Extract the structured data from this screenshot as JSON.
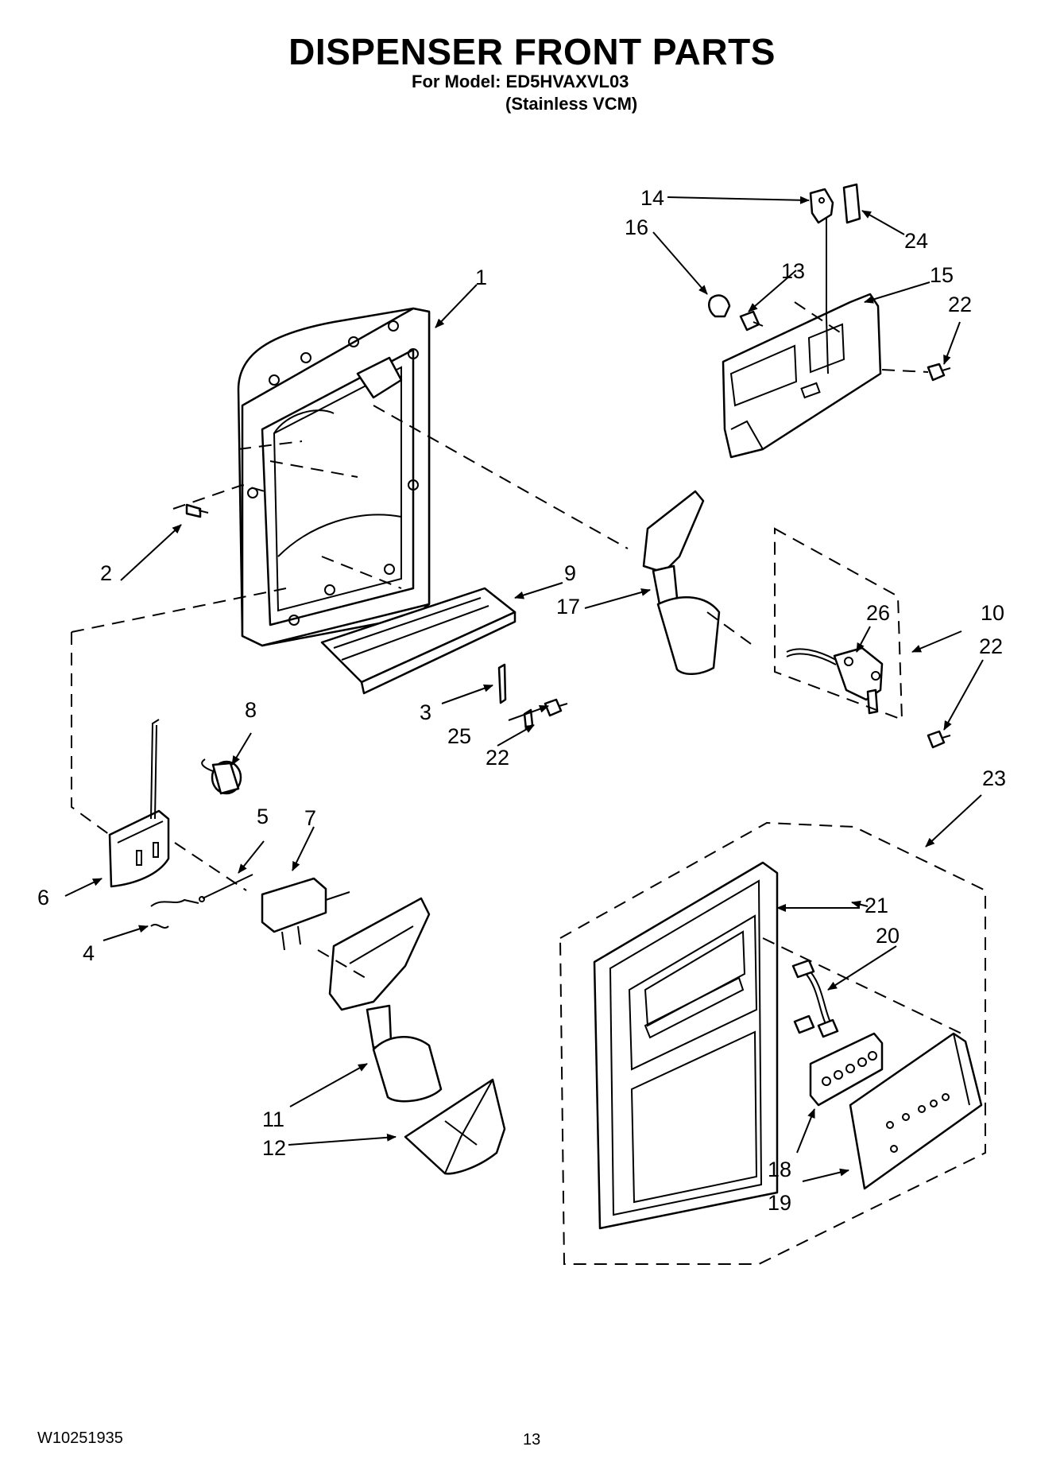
{
  "title": "DISPENSER FRONT PARTS",
  "model_line": "For Model: ED5HVAXVL03",
  "variant_line": "(Stainless VCM)",
  "doc_number": "W10251935",
  "page_number": "13",
  "callouts": [
    "1",
    "2",
    "3",
    "4",
    "5",
    "6",
    "7",
    "8",
    "9",
    "10",
    "11",
    "12",
    "13",
    "14",
    "15",
    "16",
    "17",
    "18",
    "19",
    "20",
    "21",
    "22",
    "22",
    "22",
    "23",
    "24",
    "25",
    "26"
  ]
}
